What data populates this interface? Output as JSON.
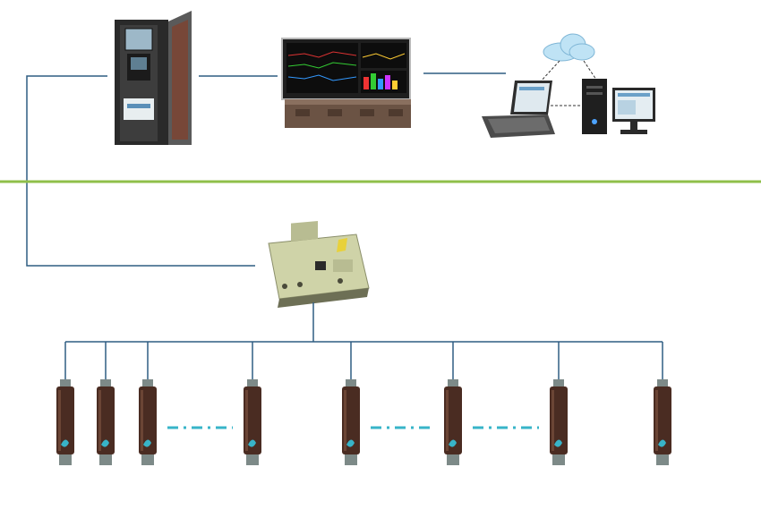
{
  "colors": {
    "background": "#ffffff",
    "wire": "#2f5d82",
    "divider": "#8fbf4a",
    "dash": "#38b4c8",
    "sensor_body": "#4a2c22",
    "sensor_cap": "#7d8a88",
    "cabinet": "#2a2a2a",
    "panel": "#6b5344",
    "controller": "#cfd3a8",
    "cloud": "#bfe3f5"
  },
  "nodes": [
    {
      "name": "server-cabinet-icon"
    },
    {
      "name": "monitoring-wall-display-icon"
    },
    {
      "name": "cloud-icon"
    },
    {
      "name": "laptop-icon"
    },
    {
      "name": "desktop-computer-icon"
    },
    {
      "name": "controller-unit-icon"
    }
  ],
  "sensors": {
    "count": 8,
    "icon": "sensor-probe-icon",
    "gaps_with_ellipsis": [
      3,
      5,
      6
    ]
  }
}
